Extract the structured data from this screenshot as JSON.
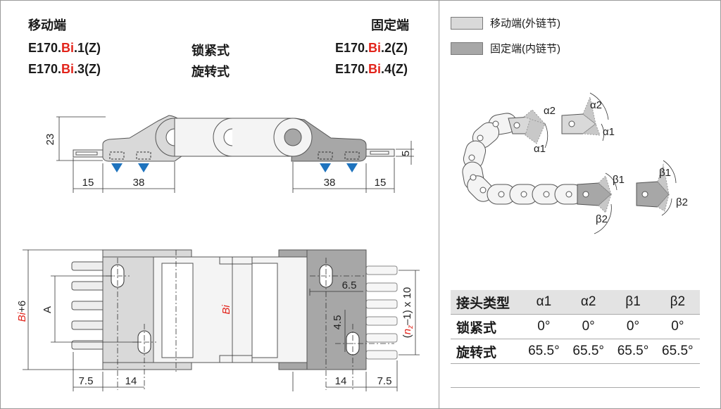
{
  "colors": {
    "outer_link": "#d9d9d9",
    "inner_link": "#a7a7a7",
    "arrow": "#1e73be",
    "accent": "#e2231a"
  },
  "header": {
    "moving_end": "移动端",
    "fixed_end": "固定端",
    "code_left_1": {
      "pre": "E170.",
      "red": "Bi",
      "post": ".1(Z)"
    },
    "code_left_2": {
      "pre": "E170.",
      "red": "Bi",
      "post": ".3(Z)"
    },
    "code_right_1": {
      "pre": "E170.",
      "red": "Bi",
      "post": ".2(Z)"
    },
    "code_right_2": {
      "pre": "E170.",
      "red": "Bi",
      "post": ".4(Z)"
    },
    "lock_type": "锁紧式",
    "swivel_type": "旋转式"
  },
  "legend": {
    "outer": "移动端(外链节)",
    "inner": "固定端(内链节)"
  },
  "side_view_dims": {
    "h23": "23",
    "d15_left": "15",
    "d38_left": "38",
    "d38_right": "38",
    "d15_right": "15",
    "h5": "5"
  },
  "top_view_dims": {
    "bi6_red": "Bi",
    "bi6_post": "+6",
    "a": "A",
    "bi": "Bi",
    "d6_5": "6.5",
    "d4_5": "4.5",
    "nz_pre": "(",
    "nz_red": "n",
    "nz_sub": "z",
    "nz_post": "–1) x 10",
    "d7_5_left": "7.5",
    "d14_left": "14",
    "d14_right": "14",
    "d7_5_right": "7.5"
  },
  "angles": {
    "a1": "α1",
    "a2": "α2",
    "b1": "β1",
    "b2": "β2"
  },
  "table": {
    "headers": [
      "接头类型",
      "α1",
      "α2",
      "β1",
      "β2"
    ],
    "rows": [
      [
        "锁紧式",
        "0°",
        "0°",
        "0°",
        "0°"
      ],
      [
        "旋转式",
        "65.5°",
        "65.5°",
        "65.5°",
        "65.5°"
      ]
    ]
  }
}
